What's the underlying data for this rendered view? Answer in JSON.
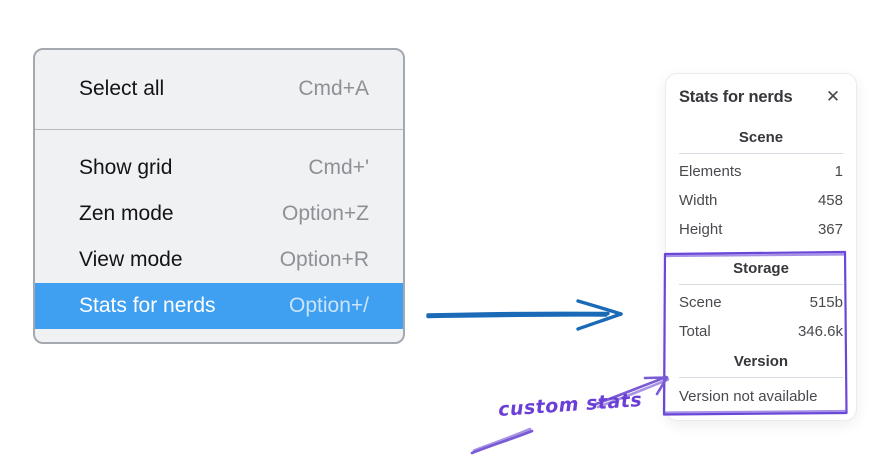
{
  "menu": {
    "items": [
      {
        "label": "Select all",
        "shortcut": "Cmd+A"
      },
      {
        "label": "Show grid",
        "shortcut": "Cmd+'"
      },
      {
        "label": "Zen mode",
        "shortcut": "Option+Z"
      },
      {
        "label": "View mode",
        "shortcut": "Option+R"
      },
      {
        "label": "Stats for nerds",
        "shortcut": "Option+/"
      }
    ],
    "highlighted_item": "Stats for nerds"
  },
  "stats_panel": {
    "title": "Stats for nerds",
    "sections": {
      "scene": {
        "heading": "Scene",
        "rows": [
          {
            "label": "Elements",
            "value": "1"
          },
          {
            "label": "Width",
            "value": "458"
          },
          {
            "label": "Height",
            "value": "367"
          }
        ]
      },
      "storage": {
        "heading": "Storage",
        "rows": [
          {
            "label": "Scene",
            "value": "515b"
          },
          {
            "label": "Total",
            "value": "346.6k"
          }
        ]
      },
      "version": {
        "heading": "Version",
        "note": "Version not available"
      }
    }
  },
  "annotations": {
    "custom_stats_label": "custom stats"
  },
  "icons": {
    "close": "✕"
  },
  "colors": {
    "menu_highlight_blue": "#3f9ff0",
    "arrow_blue": "#1b6ab8",
    "annotation_purple": "#6a48d7",
    "menu_background": "#f0f1f3",
    "panel_background": "#ffffff"
  }
}
